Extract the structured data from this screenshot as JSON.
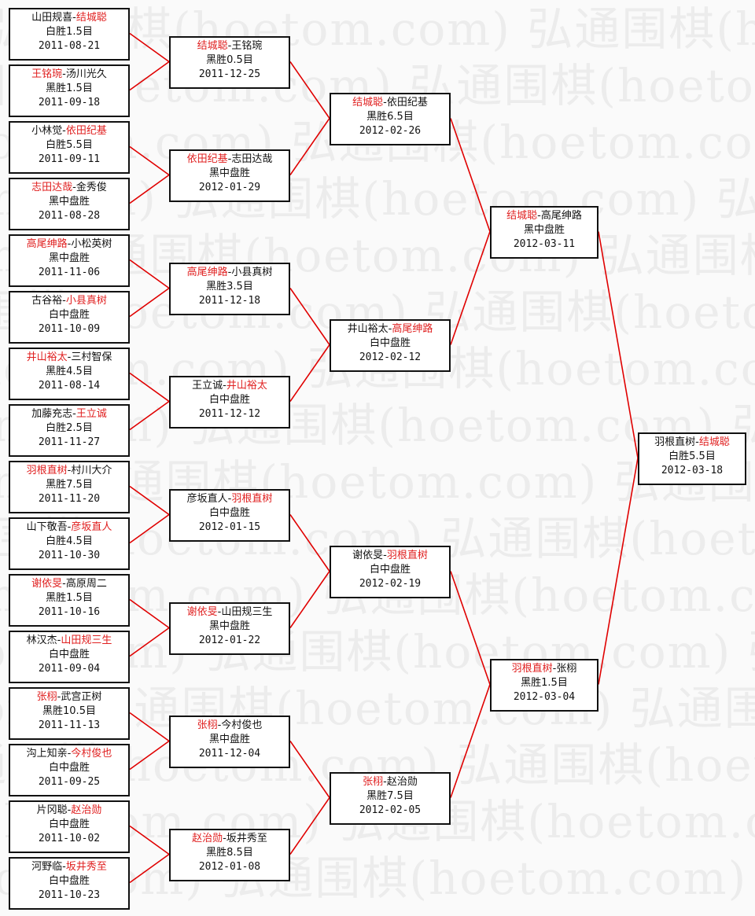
{
  "watermark": "弘通围棋(hoetom.com)",
  "colors": {
    "line": "#e00000",
    "winner": "#e02020",
    "border": "#111111"
  },
  "rounds": [
    [
      {
        "p1": "山田规喜",
        "p2": "结城聪",
        "winner": 2,
        "result": "白胜1.5目",
        "date": "2011-08-21"
      },
      {
        "p1": "王铭琬",
        "p2": "汤川光久",
        "winner": 1,
        "result": "黑胜1.5目",
        "date": "2011-09-18"
      },
      {
        "p1": "小林觉",
        "p2": "依田纪基",
        "winner": 2,
        "result": "白胜5.5目",
        "date": "2011-09-11"
      },
      {
        "p1": "志田达哉",
        "p2": "金秀俊",
        "winner": 1,
        "result": "黑中盘胜",
        "date": "2011-08-28"
      },
      {
        "p1": "高尾绅路",
        "p2": "小松英树",
        "winner": 1,
        "result": "黑中盘胜",
        "date": "2011-11-06"
      },
      {
        "p1": "古谷裕",
        "p2": "小县真树",
        "winner": 2,
        "result": "白中盘胜",
        "date": "2011-10-09"
      },
      {
        "p1": "井山裕太",
        "p2": "三村智保",
        "winner": 1,
        "result": "黑胜4.5目",
        "date": "2011-08-14"
      },
      {
        "p1": "加藤充志",
        "p2": "王立诚",
        "winner": 2,
        "result": "白胜2.5目",
        "date": "2011-11-27"
      },
      {
        "p1": "羽根直树",
        "p2": "村川大介",
        "winner": 1,
        "result": "黑胜7.5目",
        "date": "2011-11-20"
      },
      {
        "p1": "山下敬吾",
        "p2": "彦坂直人",
        "winner": 2,
        "result": "白胜4.5目",
        "date": "2011-10-30"
      },
      {
        "p1": "谢依旻",
        "p2": "高原周二",
        "winner": 1,
        "result": "黑胜1.5目",
        "date": "2011-10-16"
      },
      {
        "p1": "林汉杰",
        "p2": "山田规三生",
        "winner": 2,
        "result": "白中盘胜",
        "date": "2011-09-04"
      },
      {
        "p1": "张栩",
        "p2": "武宫正树",
        "winner": 1,
        "result": "黑胜10.5目",
        "date": "2011-11-13"
      },
      {
        "p1": "沟上知亲",
        "p2": "今村俊也",
        "winner": 2,
        "result": "白中盘胜",
        "date": "2011-09-25"
      },
      {
        "p1": "片冈聪",
        "p2": "赵治勋",
        "winner": 2,
        "result": "白中盘胜",
        "date": "2011-10-02"
      },
      {
        "p1": "河野临",
        "p2": "坂井秀至",
        "winner": 2,
        "result": "白中盘胜",
        "date": "2011-10-23"
      }
    ],
    [
      {
        "p1": "结城聪",
        "p2": "王铭琬",
        "winner": 1,
        "result": "黑胜0.5目",
        "date": "2011-12-25"
      },
      {
        "p1": "依田纪基",
        "p2": "志田达哉",
        "winner": 1,
        "result": "黑中盘胜",
        "date": "2012-01-29"
      },
      {
        "p1": "高尾绅路",
        "p2": "小县真树",
        "winner": 1,
        "result": "黑胜3.5目",
        "date": "2011-12-18"
      },
      {
        "p1": "王立诚",
        "p2": "井山裕太",
        "winner": 2,
        "result": "白中盘胜",
        "date": "2011-12-12"
      },
      {
        "p1": "彦坂直人",
        "p2": "羽根直树",
        "winner": 2,
        "result": "白中盘胜",
        "date": "2012-01-15"
      },
      {
        "p1": "谢依旻",
        "p2": "山田规三生",
        "winner": 1,
        "result": "黑中盘胜",
        "date": "2012-01-22"
      },
      {
        "p1": "张栩",
        "p2": "今村俊也",
        "winner": 1,
        "result": "黑中盘胜",
        "date": "2011-12-04"
      },
      {
        "p1": "赵治勋",
        "p2": "坂井秀至",
        "winner": 1,
        "result": "黑胜8.5目",
        "date": "2012-01-08"
      }
    ],
    [
      {
        "p1": "结城聪",
        "p2": "依田纪基",
        "winner": 1,
        "result": "黑胜6.5目",
        "date": "2012-02-26"
      },
      {
        "p1": "井山裕太",
        "p2": "高尾绅路",
        "winner": 2,
        "result": "白中盘胜",
        "date": "2012-02-12"
      },
      {
        "p1": "谢依旻",
        "p2": "羽根直树",
        "winner": 2,
        "result": "白中盘胜",
        "date": "2012-02-19"
      },
      {
        "p1": "张栩",
        "p2": "赵治勋",
        "winner": 1,
        "result": "黑胜7.5目",
        "date": "2012-02-05"
      }
    ],
    [
      {
        "p1": "结城聪",
        "p2": "高尾绅路",
        "winner": 1,
        "result": "黑中盘胜",
        "date": "2012-03-11"
      },
      {
        "p1": "羽根直树",
        "p2": "张栩",
        "winner": 1,
        "result": "黑胜1.5目",
        "date": "2012-03-04"
      }
    ],
    [
      {
        "p1": "羽根直树",
        "p2": "结城聪",
        "winner": 2,
        "result": "白胜5.5目",
        "date": "2012-03-18"
      }
    ]
  ]
}
